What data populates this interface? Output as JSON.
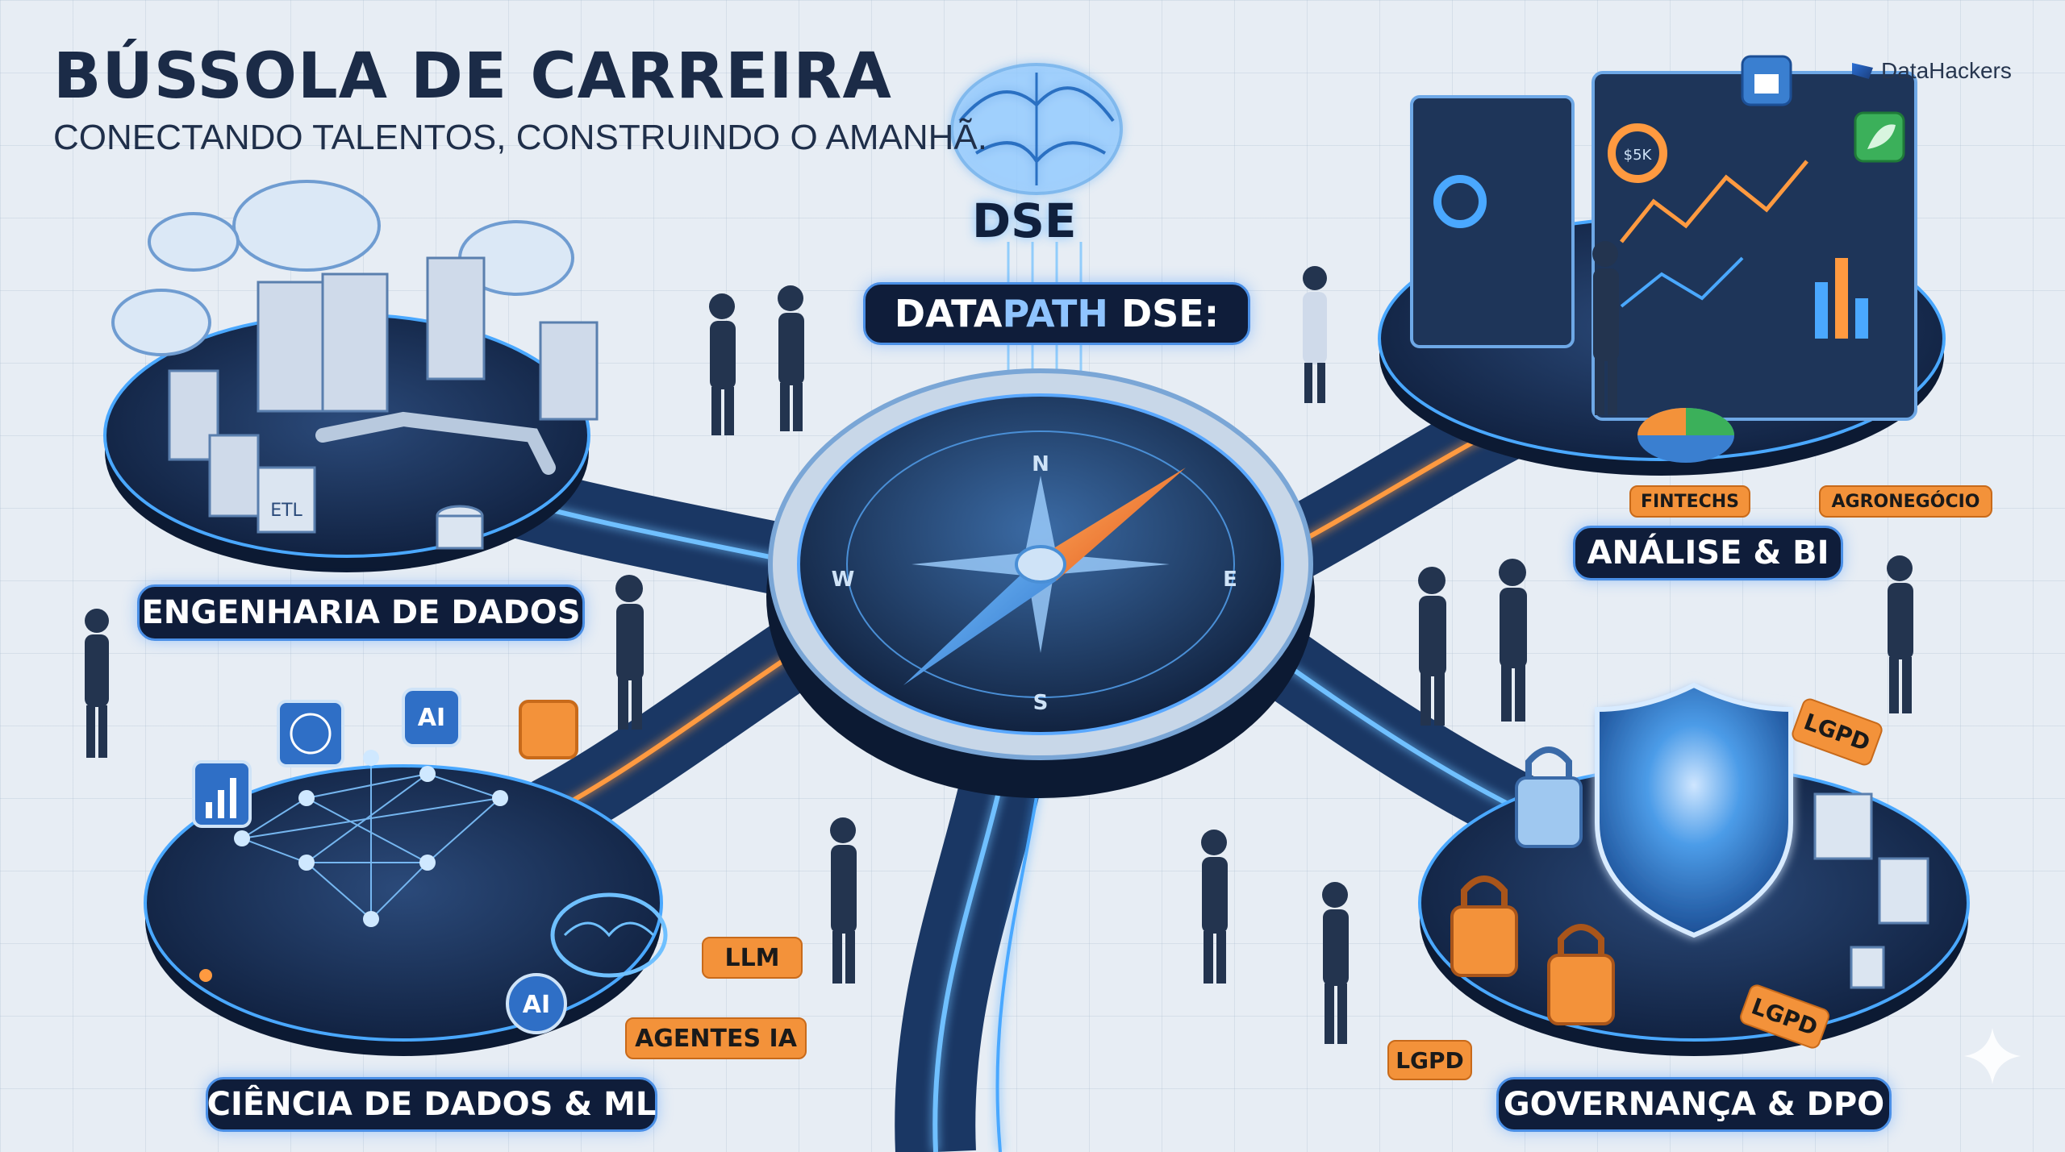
{
  "header": {
    "title": "BÚSSOLA DE CARREIRA",
    "subtitle": "CONECTANDO TALENTOS, CONSTRUINDO O AMANHÃ."
  },
  "brand": {
    "name": "DataHackers"
  },
  "center": {
    "badge": "DSE",
    "datapath_prefix": "DATA",
    "datapath_accent": "PATH",
    "datapath_suffix": " DSE:",
    "compass": {
      "north": "N",
      "south": "S",
      "east": "E",
      "west": "W"
    }
  },
  "hubs": {
    "engineering": {
      "label": "ENGENHARIA DE DADOS",
      "etl": "ETL"
    },
    "analytics": {
      "label": "ANÁLISE & BI",
      "tags": [
        "FINTECHS",
        "AGRONEGÓCIO"
      ],
      "screen_text": "$5K"
    },
    "science": {
      "label": "CIÊNCIA DE DADOS & ML",
      "tags": [
        "LLM",
        "AGENTES IA"
      ],
      "ai_badges": [
        "AI",
        "AI"
      ]
    },
    "governance": {
      "label": "GOVERNANÇA & DPO",
      "tags": [
        "LGPD",
        "LGPD",
        "LGPD"
      ]
    }
  },
  "colors": {
    "navy": "#0f1d3a",
    "platform": "#1c3157",
    "glow": "#4aa8ff",
    "orange": "#f3923a",
    "background": "#e7edf4"
  },
  "icons": [
    "brain-icon",
    "compass-icon",
    "shield-icon",
    "lock-icon",
    "database-icon",
    "cloud-icon",
    "chart-icon",
    "globe-icon",
    "bank-icon",
    "leaf-icon"
  ]
}
